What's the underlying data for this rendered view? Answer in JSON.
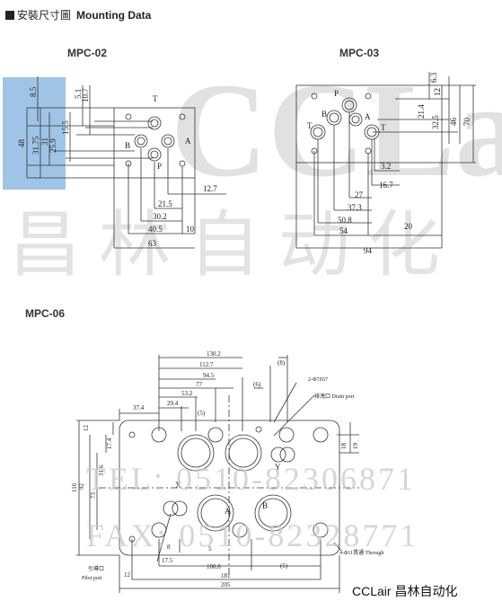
{
  "header": {
    "title_cn": "安裝尺寸圖",
    "title_en": "Mounting Data"
  },
  "watermark": {
    "logo_text": "CCLair",
    "logo_cn": "昌林自动化",
    "tel": "TEL: 0510-82306871",
    "fax": "FAX: 0510-82328771"
  },
  "colors": {
    "line": "#333333",
    "watermark_blue": "#9fc4e6",
    "watermark_gray": "#c8c8c8"
  },
  "diagrams": {
    "mpc02": {
      "title": "MPC-02",
      "ports": {
        "T": "T",
        "A": "A",
        "B": "B",
        "P": "P"
      },
      "dims": {
        "d8_5": "8.5",
        "d5_1": "5.1",
        "d10_7": "10.7",
        "d15_5": "15.5",
        "d25_9": "25.9",
        "d31": "31",
        "d31_75": "31.75",
        "d48": "48",
        "d12_7": "12.7",
        "d21_5": "21.5",
        "d30_2": "30.2",
        "d40_5": "40.5",
        "d10": "10",
        "d63": "63"
      }
    },
    "mpc03": {
      "title": "MPC-03",
      "ports": {
        "P": "P",
        "A": "A",
        "B": "B",
        "T1": "T",
        "T2": "T"
      },
      "dims": {
        "d6_3": "6.3",
        "d12": "12",
        "d21_4": "21.4",
        "d32_5": "32.5",
        "d46": "46",
        "d70": "70",
        "d3_2": "3.2",
        "d16_7": "16.7",
        "d27": "27",
        "d37_3": "37.3",
        "d50_8": "50.8",
        "d54": "54",
        "d20": "20",
        "d94": "94"
      }
    },
    "mpc06": {
      "title": "MPC-06",
      "ports": {
        "A": "A",
        "B": "B",
        "X": "X",
        "Y": "Y"
      },
      "dims": {
        "d130_2": "130.2",
        "d112_7": "112.7",
        "d94_5": "94.5",
        "d77": "77",
        "d53_2": "53.2",
        "d29_4": "29.4",
        "d37_4": "37.4",
        "d8": "(8)",
        "d6": "(6)",
        "d5a": "(5)",
        "d12": "12",
        "d17_4": "17.4",
        "d73": "73",
        "d92": "92",
        "d116": "116",
        "d31_6": "31.6",
        "d18": "18",
        "d19": "19",
        "d12b": "12",
        "d17_5": "17.5",
        "d8b": "8",
        "d5b": "5",
        "d100_8": "100.8",
        "d181": "181",
        "d5c": "(5)",
        "d12c": "12",
        "d205": "205"
      },
      "notes": {
        "oring": "2-Φ7Z67",
        "drain": "排洩口 Drain port",
        "pilot_cn": "引導口",
        "pilot_en": "Pilot port",
        "through": "4-Φ11貫通 Through"
      }
    }
  }
}
